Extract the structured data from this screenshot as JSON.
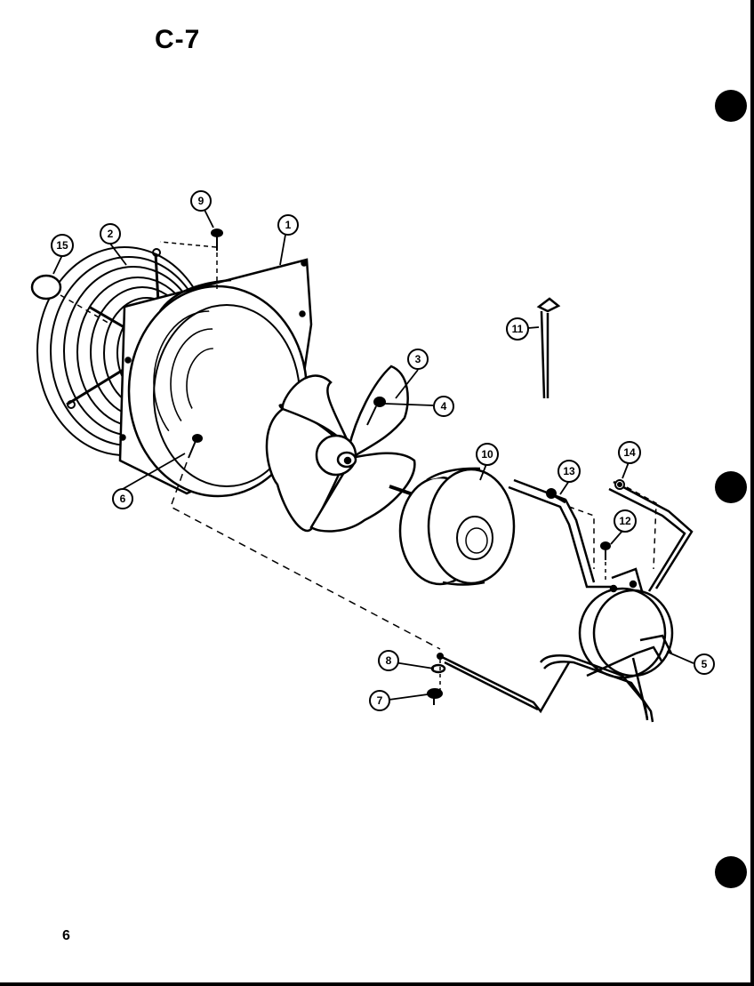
{
  "page": {
    "title": "C-7",
    "page_number": "6"
  },
  "colors": {
    "ink": "#000000",
    "paper": "#ffffff"
  },
  "callouts": [
    {
      "id": "callout-1",
      "label": "1"
    },
    {
      "id": "callout-2",
      "label": "2"
    },
    {
      "id": "callout-3",
      "label": "3"
    },
    {
      "id": "callout-4",
      "label": "4"
    },
    {
      "id": "callout-5",
      "label": "5"
    },
    {
      "id": "callout-6",
      "label": "6"
    },
    {
      "id": "callout-7",
      "label": "7"
    },
    {
      "id": "callout-8",
      "label": "8"
    },
    {
      "id": "callout-9",
      "label": "9"
    },
    {
      "id": "callout-10",
      "label": "10"
    },
    {
      "id": "callout-11",
      "label": "11"
    },
    {
      "id": "callout-12",
      "label": "12"
    },
    {
      "id": "callout-13",
      "label": "13"
    },
    {
      "id": "callout-14",
      "label": "14"
    },
    {
      "id": "callout-15",
      "label": "15"
    }
  ]
}
